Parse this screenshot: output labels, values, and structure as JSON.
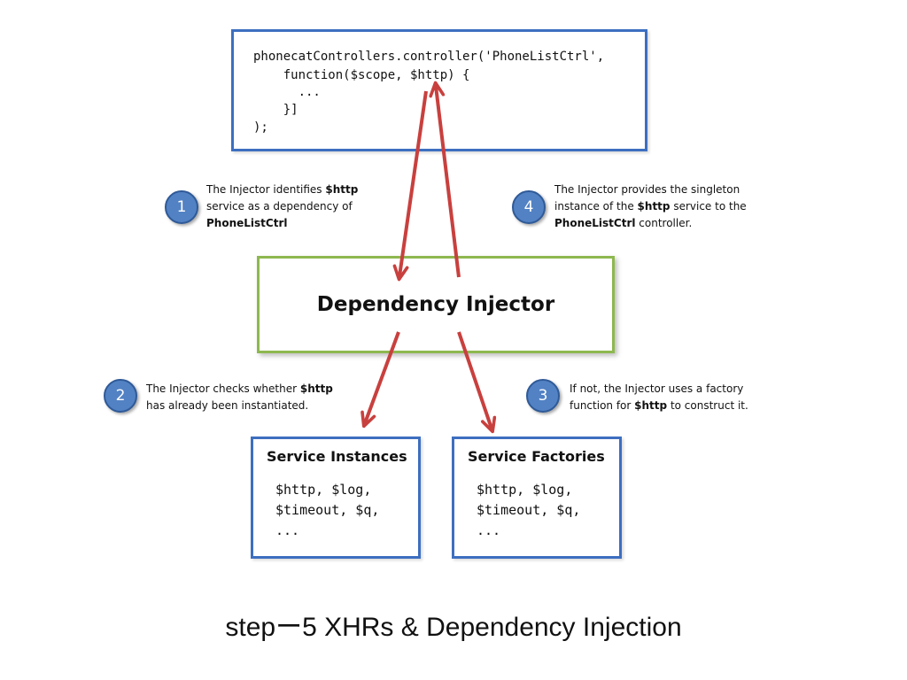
{
  "code": {
    "lines": [
      "phonecatControllers.controller('PhoneListCtrl',",
      "    function($scope, $http) {",
      "      ...",
      "    }]",
      ");"
    ]
  },
  "injector": {
    "title": "Dependency Injector"
  },
  "steps": [
    {
      "number": "1",
      "lines": [
        [
          "The Injector identifies ",
          "$http"
        ],
        [
          "service as a dependency  of",
          ""
        ],
        [
          "",
          "PhoneListCtrl"
        ]
      ]
    },
    {
      "number": "2",
      "lines": [
        [
          "The Injector checks whether ",
          "$http"
        ],
        [
          "has already been instantiated.",
          ""
        ]
      ]
    },
    {
      "number": "3",
      "lines": [
        [
          "If not, the Injector uses a factory",
          ""
        ],
        [
          "function for ",
          "$http",
          " to construct it."
        ]
      ]
    },
    {
      "number": "4",
      "lines": [
        [
          "The Injector provides the singleton",
          ""
        ],
        [
          "instance of the ",
          "$http",
          " service to the"
        ],
        [
          "",
          "PhoneListCtrl",
          " controller."
        ]
      ]
    }
  ],
  "service_instances": {
    "title": "Service Instances",
    "lines": [
      "$http, $log,",
      "$timeout, $q,",
      "..."
    ]
  },
  "service_factories": {
    "title": "Service Factories",
    "lines": [
      "$http, $log,",
      "$timeout, $q,",
      "..."
    ]
  },
  "caption": "stepー5 XHRs & Dependency Injection",
  "colors": {
    "arrow": "#c8403e",
    "badge": "#5282c4",
    "code_border": "#3d6fc0",
    "injector_border": "#8db84f"
  }
}
